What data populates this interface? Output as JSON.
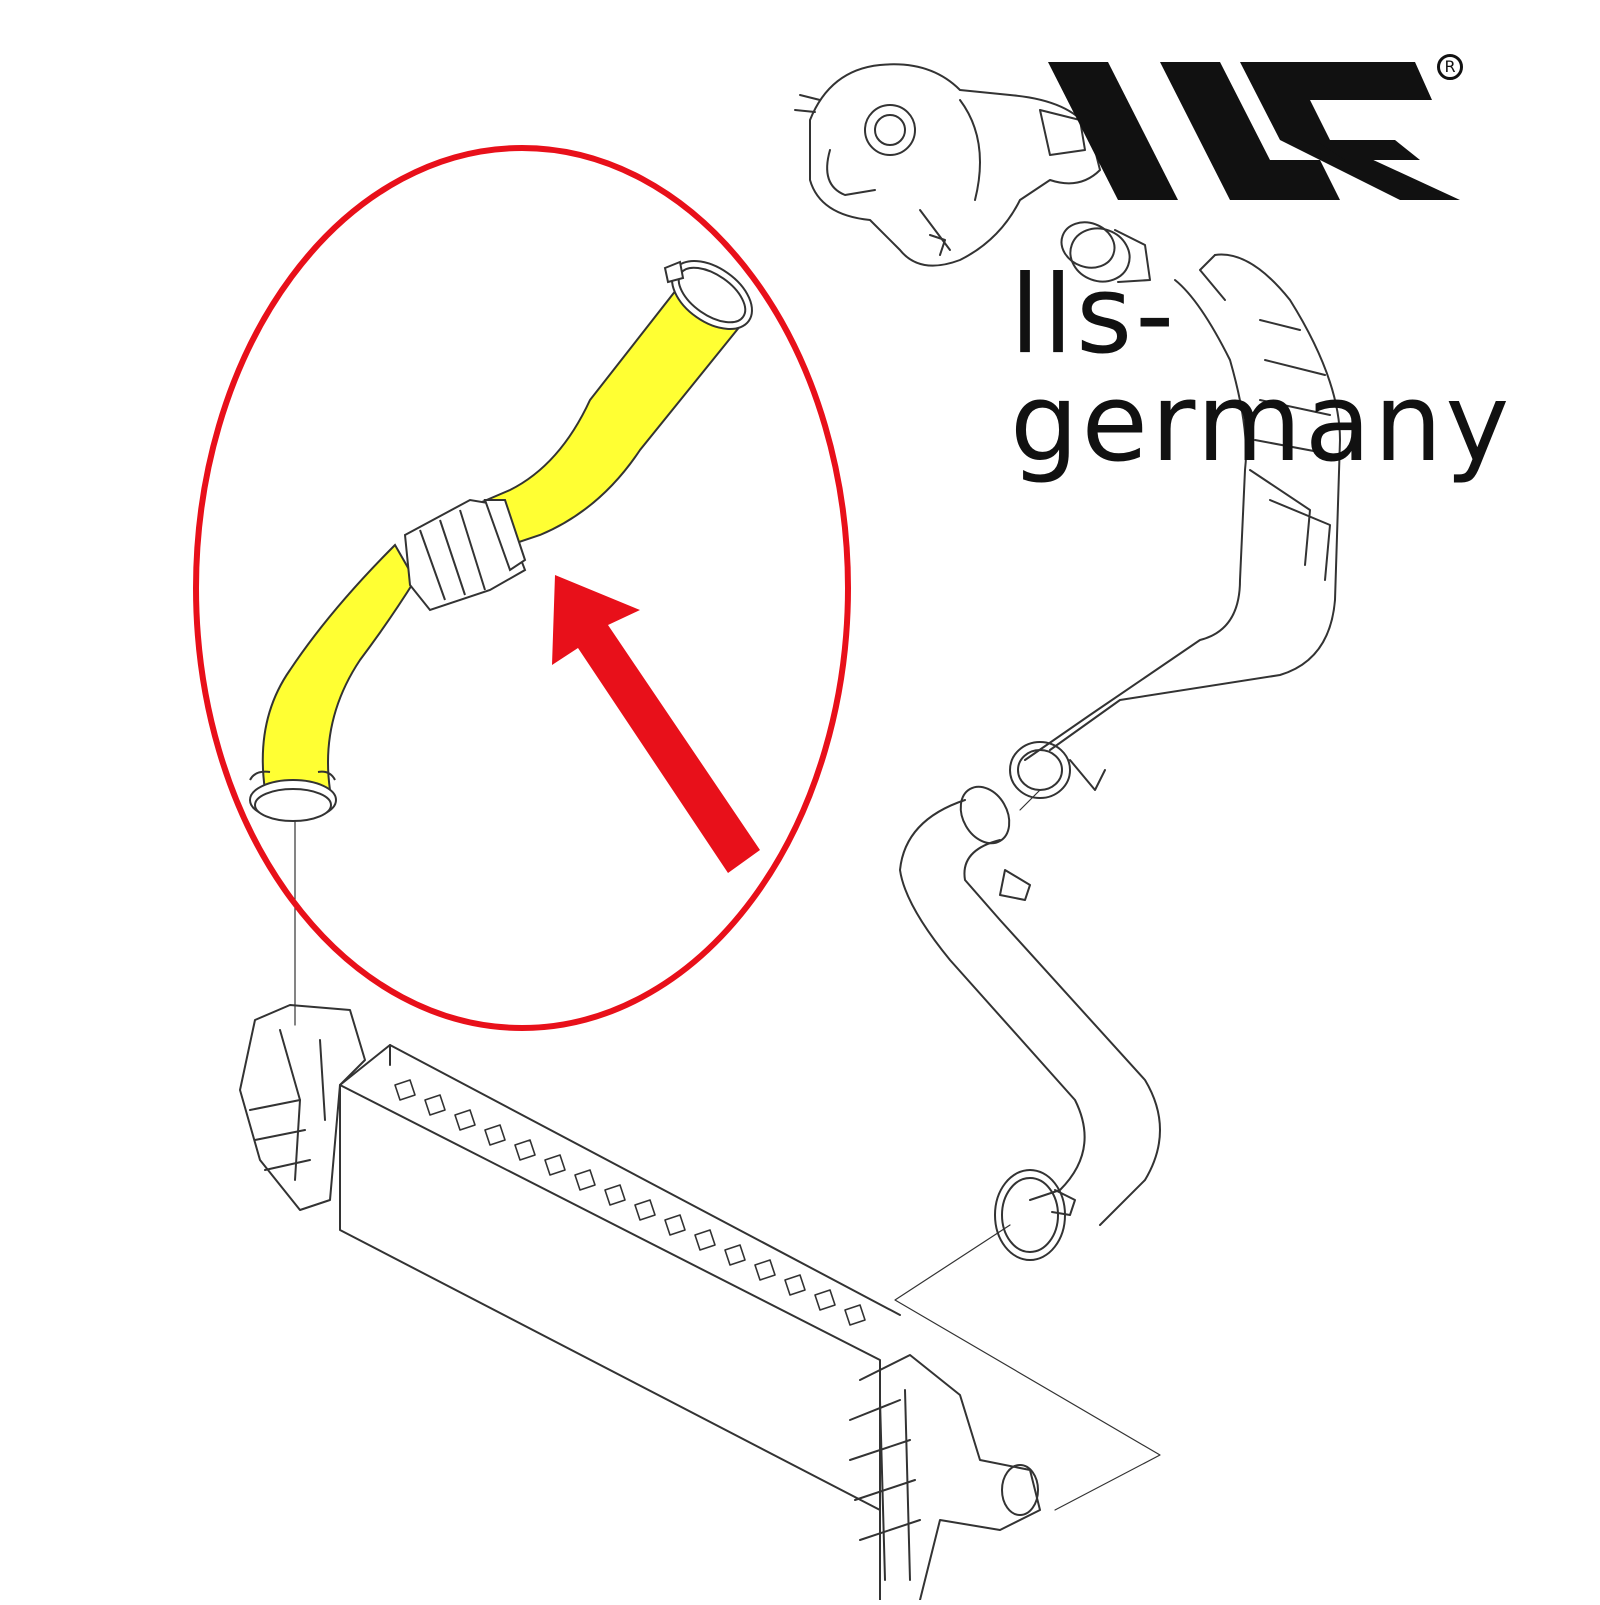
{
  "brand": {
    "name": "lls-germany",
    "registered_mark": "R"
  },
  "colors": {
    "highlight_hose": "#ffff33",
    "callout": "#e8101a",
    "line_art": "#333333",
    "logo": "#111111"
  },
  "icons": {
    "logo": "lls-logo-icon",
    "arrow": "arrow-up-left-icon"
  },
  "parts": [
    {
      "id": "turbocharger"
    },
    {
      "id": "turbo-outlet-pipe"
    },
    {
      "id": "intercooler-outlet-hose"
    },
    {
      "id": "intercooler"
    },
    {
      "id": "intercooler-inlet-hose"
    }
  ]
}
